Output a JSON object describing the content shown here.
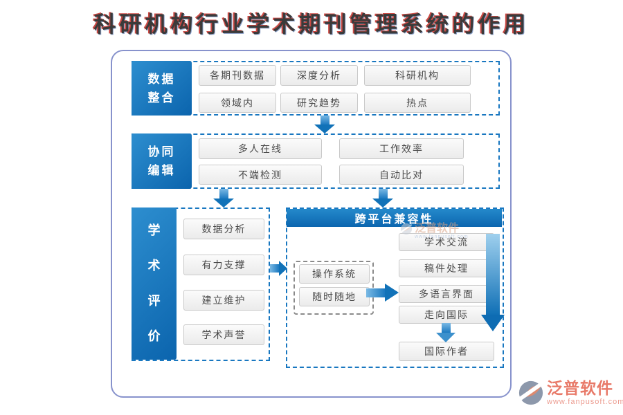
{
  "title": "科研机构行业学术期刊管理系统的作用",
  "sections": {
    "data_integration": {
      "label": "数据整合",
      "buttons": [
        "各期刊数据",
        "深度分析",
        "科研机构",
        "领域内",
        "研究趋势",
        "热点"
      ]
    },
    "collab_editing": {
      "label": "协同编辑",
      "buttons": [
        "多人在线",
        "工作效率",
        "不端检测",
        "自动比对"
      ]
    },
    "academic_eval": {
      "label": "学术评价",
      "buttons": [
        "数据分析",
        "有力支撑",
        "建立维护",
        "学术声誉"
      ]
    },
    "cross_platform": {
      "header": "跨平台兼容性",
      "left_buttons": [
        "操作系统",
        "随时随地"
      ],
      "right_buttons": [
        "学术交流",
        "稿件处理",
        "多语言界面",
        "走向国际"
      ],
      "bottom_button": "国际作者"
    }
  },
  "brand": {
    "name": "泛普软件",
    "url": "www.fanpusoft.com"
  },
  "colors": {
    "accent_blue": "#1172b8",
    "dashed_border": "#1877c0",
    "label_gradient_top": "#2d8ecf",
    "label_gradient_bottom": "#0b64ad",
    "frame_border": "#8792cc",
    "brand_salmon": "#e87a69",
    "title_red": "#cb4a45"
  }
}
